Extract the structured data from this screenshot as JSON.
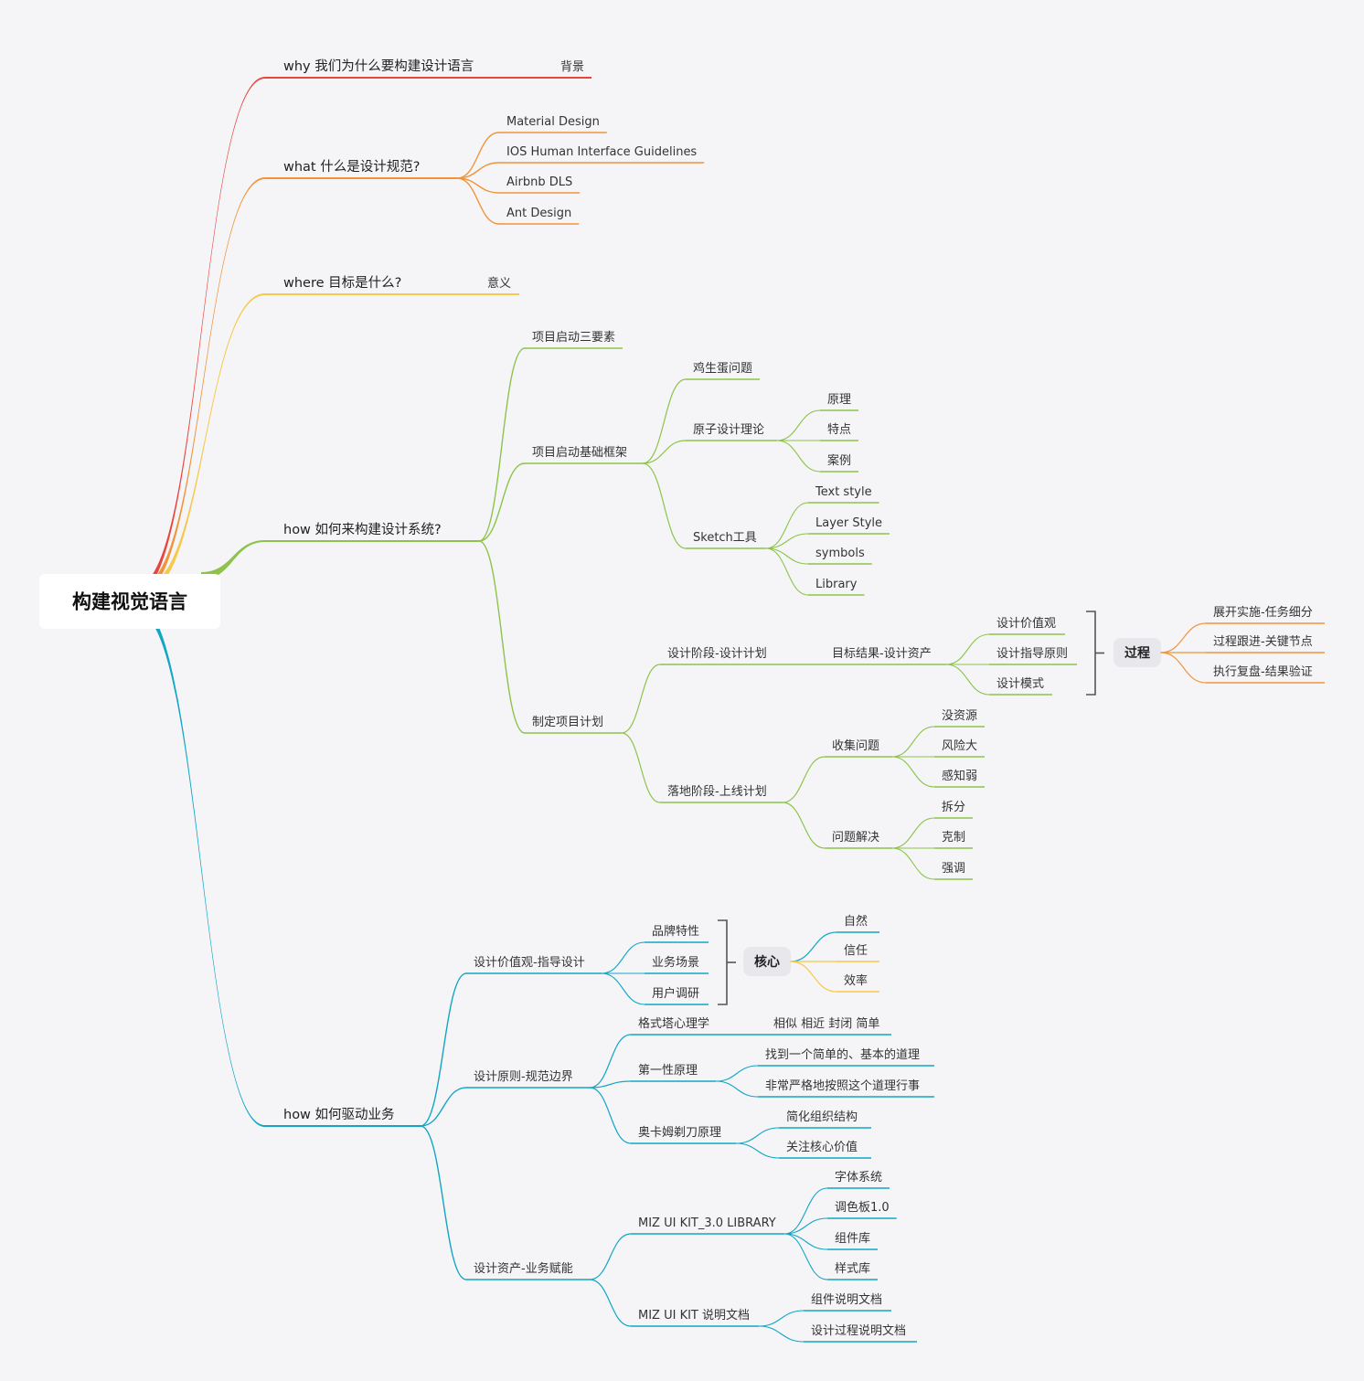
{
  "root": {
    "label": "构建视觉语言"
  },
  "colors": {
    "why": "#e8453c",
    "what": "#f0943a",
    "where": "#f8c84a",
    "how_build": "#8dc34a",
    "how_drive": "#12a6c4",
    "bracket": "#555555",
    "hub_fill": "#e8e8ec",
    "root_fill": "#ffffff"
  },
  "branches": {
    "why": {
      "label": "why 我们为什么要构建设计语言",
      "children": [
        "背景"
      ]
    },
    "what": {
      "label": "what 什么是设计规范?",
      "children": [
        "Material Design",
        "IOS Human Interface Guidelines",
        "Airbnb DLS",
        "Ant Design"
      ]
    },
    "where": {
      "label": "where 目标是什么?",
      "children": [
        "意义"
      ]
    },
    "how_build": {
      "label": "how 如何来构建设计系统?",
      "kickoff": "项目启动三要素",
      "framework": {
        "label": "项目启动基础框架",
        "chicken_egg": "鸡生蛋问题",
        "atomic": {
          "label": "原子设计理论",
          "children": [
            "原理",
            "特点",
            "案例"
          ]
        },
        "sketch": {
          "label": "Sketch工具",
          "children": [
            "Text style",
            "Layer Style",
            "symbols",
            "Library"
          ]
        }
      },
      "plan": {
        "label": "制定项目计划",
        "design_phase": {
          "label": "设计阶段-设计计划",
          "goal": {
            "label": "目标结果-设计资产",
            "children": [
              "设计价值观",
              "设计指导原则",
              "设计模式"
            ]
          },
          "process": {
            "label": "过程",
            "children": [
              "展开实施-任务细分",
              "过程跟进-关键节点",
              "执行复盘-结果验证"
            ]
          }
        },
        "launch_phase": {
          "label": "落地阶段-上线计划",
          "collect": {
            "label": "收集问题",
            "children": [
              "没资源",
              "风险大",
              "感知弱"
            ]
          },
          "solve": {
            "label": "问题解决",
            "children": [
              "拆分",
              "克制",
              "强调"
            ]
          }
        }
      }
    },
    "how_drive": {
      "label": "how 如何驱动业务",
      "values": {
        "label": "设计价值观-指导设计",
        "children": [
          "品牌特性",
          "业务场景",
          "用户调研"
        ],
        "core": {
          "label": "核心",
          "children": [
            "自然",
            "信任",
            "效率"
          ]
        }
      },
      "principles": {
        "label": "设计原则-规范边界",
        "gestalt": {
          "label": "格式塔心理学",
          "children": [
            "相似 相近 封闭 简单"
          ]
        },
        "first": {
          "label": "第一性原理",
          "children": [
            "找到一个简单的、基本的道理",
            "非常严格地按照这个道理行事"
          ]
        },
        "occam": {
          "label": "奥卡姆剃刀原理",
          "children": [
            "简化组织结构",
            "关注核心价值"
          ]
        }
      },
      "assets": {
        "label": "设计资产-业务赋能",
        "library": {
          "label": "MIZ UI KIT_3.0 LIBRARY",
          "children": [
            "字体系统",
            "调色板1.0",
            "组件库",
            "样式库"
          ]
        },
        "docs": {
          "label": "MIZ UI KIT 说明文档",
          "children": [
            "组件说明文档",
            "设计过程说明文档"
          ]
        }
      }
    }
  }
}
